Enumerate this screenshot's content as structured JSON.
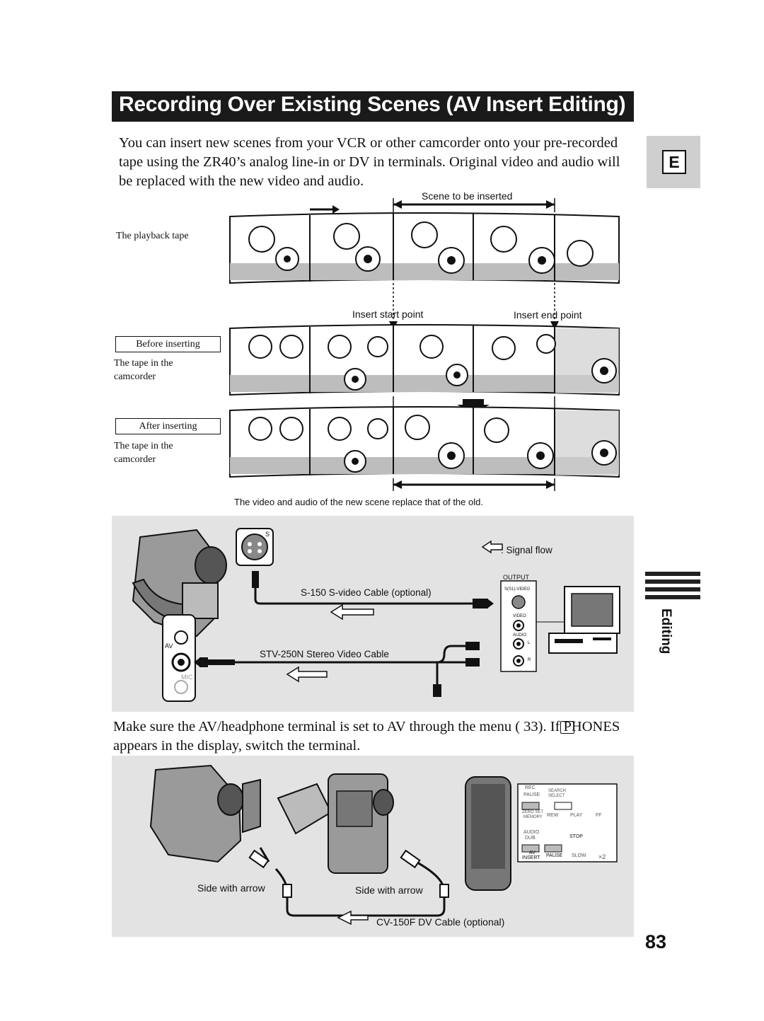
{
  "header": {
    "title": "Recording Over Existing Scenes (AV Insert Editing)"
  },
  "side_tab": {
    "letter": "E",
    "section": "Editing"
  },
  "intro": "You can insert new scenes from your VCR or other camcorder onto your pre-recorded tape using the ZR40’s analog line-in or DV in terminals. Original video and audio will be replaced with the new video and audio.",
  "diagram1": {
    "scene_label": "Scene to be inserted",
    "playback_label": "The playback tape",
    "insert_start": "Insert start point",
    "insert_end": "Insert end point",
    "before_label": "Before inserting",
    "after_label": "After inserting",
    "tape_label": "The tape in the camcorder",
    "caption": "The video and audio of the new scene replace that of the old."
  },
  "diagram2": {
    "signal_flow": ": Signal flow",
    "output": "OUTPUT",
    "svideo_terminal": "S(S1)-VIDEO",
    "video_terminal": "VIDEO",
    "audio_terminal": "AUDIO",
    "left_channel": "L",
    "right_channel": "R",
    "svideo_cable": "S-150 S-video Cable (optional)",
    "stereo_cable": "STV-250N Stereo Video Cable",
    "av_label": "AV",
    "mic_label": "MIC",
    "s_label": "S"
  },
  "note": "Make sure the AV/headphone terminal is set to AV through the menu ( 33). If PHONES appears in the display, switch the terminal.",
  "diagram3": {
    "side_with_arrow_1": "Side with arrow",
    "side_with_arrow_2": "Side with arrow",
    "dv_cable": "CV-150F DV Cable (optional)",
    "remote_buttons": {
      "rec": "REC",
      "pause": "PAUSE",
      "search": "SEARCH",
      "select": "SELECT",
      "zero_set": "ZERO SET",
      "memory": "MEMORY",
      "rew": "REW",
      "play": "PLAY",
      "ff": "FF",
      "audio": "AUDIO",
      "dub": "DUB",
      "stop": "STOP",
      "av": "AV",
      "insert": "INSERT",
      "pause2": "PAUSE",
      "slow": "SLOW",
      "x2": "×2"
    }
  },
  "page_number": "83"
}
